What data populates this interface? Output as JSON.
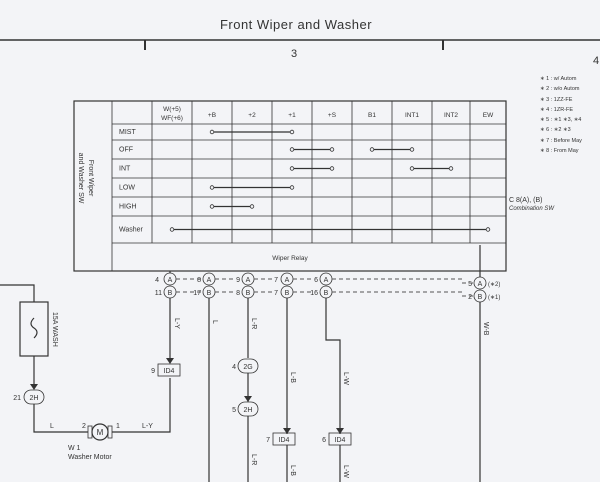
{
  "title": "Front Wiper and Washer",
  "ruler": {
    "section": "3",
    "section_next": "4"
  },
  "switch": {
    "side_label_1": "Front Wiper",
    "side_label_2": "and Washer SW",
    "col_header_1a": "W(+5)",
    "col_header_1b": "WF(+6)",
    "columns": [
      "+B",
      "+2",
      "+1",
      "+S",
      "B1",
      "INT1",
      "INT2",
      "EW"
    ],
    "rows": [
      "MIST",
      "OFF",
      "INT",
      "LOW",
      "HIGH",
      "Washer"
    ],
    "relay_label": "Wiper Relay",
    "connector": "C 8(A), (B)",
    "connector_sub": "Combination SW",
    "connections": [
      {
        "row": 0,
        "from": 1,
        "to": 3
      },
      {
        "row": 1,
        "from": 3,
        "to": 4
      },
      {
        "row": 1,
        "from": 5,
        "to": 6
      },
      {
        "row": 2,
        "from": 3,
        "to": 4
      },
      {
        "row": 2,
        "from": 6,
        "to": 7
      },
      {
        "row": 3,
        "from": 1,
        "to": 3
      },
      {
        "row": 4,
        "from": 1,
        "to": 2
      },
      {
        "row": 5,
        "from": 0,
        "to": 8
      }
    ]
  },
  "notes": [
    "∗ 1 : w/ Autom",
    "∗ 2 : w/o Autom",
    "∗ 3 : 1ZZ-FE",
    "∗ 4 : 1ZR-FE",
    "∗ 5 : ∗1 ∗3, ∗4",
    "∗ 6 : ∗2 ∗3",
    "∗ 7 : Before May",
    "∗ 8 : From May"
  ],
  "pins": {
    "top": [
      "4",
      "8",
      "9",
      "7",
      "6"
    ],
    "top_letter": "A",
    "bottom": [
      "11",
      "17",
      "8",
      "7",
      "16"
    ],
    "bottom_letter": "B",
    "right_top": "5",
    "right_top_letter": "A",
    "right_top_note": "(∗2)",
    "right_bottom": "2",
    "right_bottom_letter": "B",
    "right_bottom_note": "(∗1)"
  },
  "wires": {
    "ly_1": "L-Y",
    "l": "L",
    "lr_1": "L-R",
    "lb": "L-B",
    "lw": "L-W",
    "wb": "W-B",
    "l_bottom": "L",
    "ly_bottom": "L-Y",
    "lr_2": "L-R",
    "lb_2": "L-B",
    "lw_2": "L-W"
  },
  "fuse": {
    "label": "15A WASH"
  },
  "junctions": {
    "j_2h_left_pin": "21",
    "j_2h_left": "2H",
    "id4_left_pin": "9",
    "id4_left": "ID4",
    "j_2g_pin": "4",
    "j_2g": "2G",
    "j_2h_mid_pin": "5",
    "j_2h_mid": "2H",
    "id4_mid_pin": "7",
    "id4_mid": "ID4",
    "id4_right_pin": "6",
    "id4_right": "ID4"
  },
  "motor": {
    "pin_left": "2",
    "pin_right": "1",
    "symbol": "M",
    "code": "W 1",
    "name": "Washer Motor"
  }
}
